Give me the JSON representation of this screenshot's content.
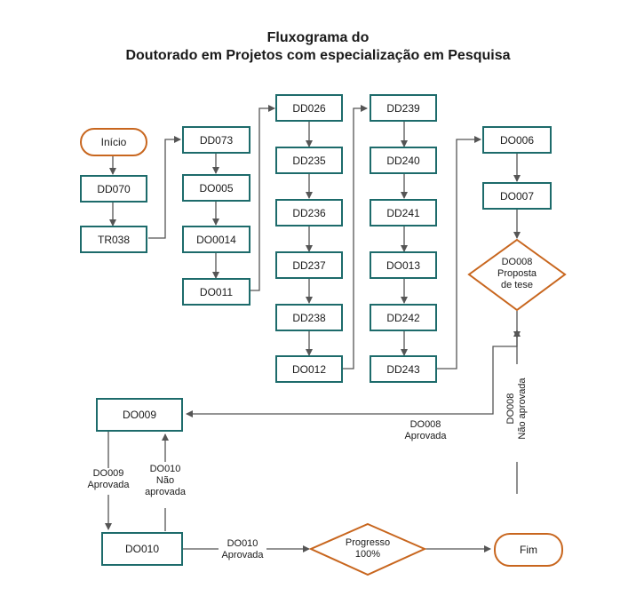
{
  "title": {
    "line1": "Fluxograma do",
    "line2": "Doutorado em Projetos com especialização em Pesquisa"
  },
  "nodes": {
    "inicio": "Início",
    "dd070": "DD070",
    "tr038": "TR038",
    "dd073": "DD073",
    "do005": "DO005",
    "do0014": "DO0014",
    "do011": "DO011",
    "dd026": "DD026",
    "dd235": "DD235",
    "dd236": "DD236",
    "dd237": "DD237",
    "dd238": "DD238",
    "do012": "DO012",
    "dd239": "DD239",
    "dd240": "DD240",
    "dd241": "DD241",
    "do013": "DO013",
    "dd242": "DD242",
    "dd243": "DD243",
    "do006": "DO006",
    "do007": "DO007",
    "do008_l1": "DO008",
    "do008_l2": "Proposta",
    "do008_l3": "de tese",
    "do009": "DO009",
    "do010": "DO010",
    "progresso_l1": "Progresso",
    "progresso_l2": "100%",
    "fim": "Fim"
  },
  "edge_labels": {
    "do008_aprovada_l1": "DO008",
    "do008_aprovada_l2": "Aprovada",
    "do008_nao_aprovada": "DO008\nNão aprovada",
    "do009_aprovada_l1": "DO009",
    "do009_aprovada_l2": "Aprovada",
    "do010_nao_l1": "DO010",
    "do010_nao_l2": "Não",
    "do010_nao_l3": "aprovada",
    "do010_aprovada_l1": "DO010",
    "do010_aprovada_l2": "Aprovada"
  },
  "colors": {
    "box_border": "#1d6b6b",
    "terminal_border": "#c8661e",
    "connector": "#555555"
  }
}
